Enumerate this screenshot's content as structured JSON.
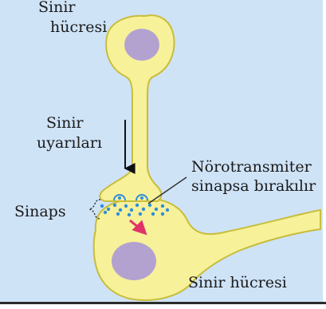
{
  "labels": {
    "top_cell_line1": "Sinir",
    "top_cell_line2": "hücresi",
    "impulse_line1": "Sinir",
    "impulse_line2": "uyarıları",
    "neurotransmitter_line1": "Nörotransmiter",
    "neurotransmitter_line2": "sinapsa bırakılır",
    "synapse": "Sinaps",
    "bottom_cell": "Sinir hücresi"
  },
  "colors": {
    "background": "#cfe3f7",
    "cell_fill": "#f7f19a",
    "cell_outline": "#c8bd3a",
    "nucleus": "#b3a2cf",
    "neurotransmitter": "#2f8ed8",
    "signal_arrow": "#e0336a",
    "text": "#1a1a1a"
  }
}
